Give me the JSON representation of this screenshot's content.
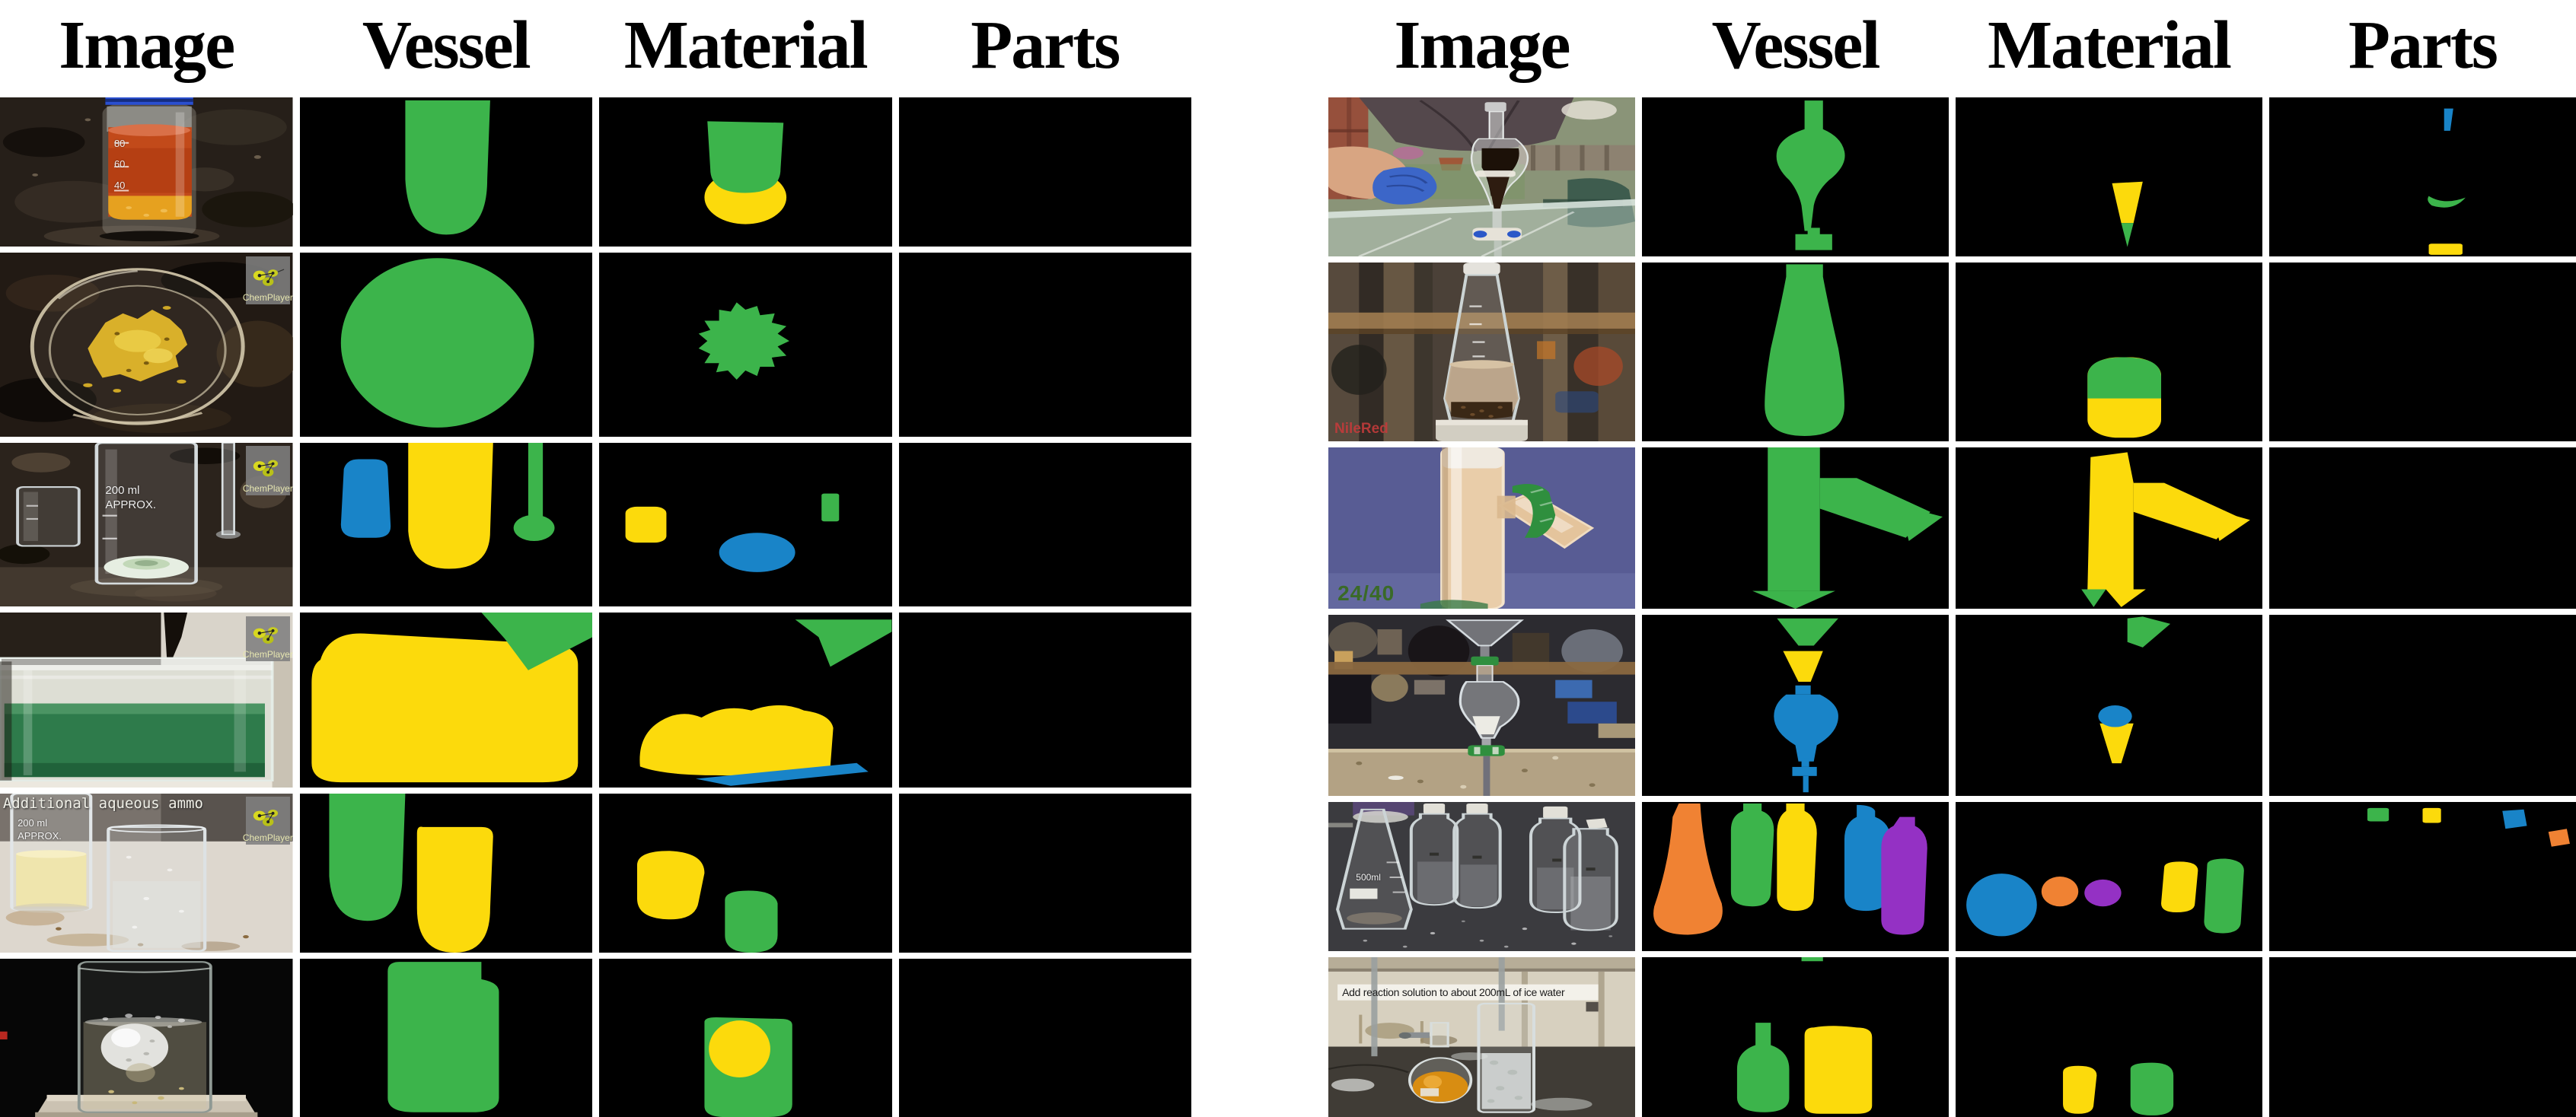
{
  "figure": {
    "left_headers": [
      "Image",
      "Vessel",
      "Material",
      "Parts"
    ],
    "right_headers": [
      "Image",
      "Vessel",
      "Material",
      "Parts"
    ]
  },
  "palette": {
    "g": "#3cb44b",
    "y": "#fcda0c",
    "b": "#1984c8",
    "o": "#f08233",
    "p": "#9431c4",
    "mask_bg": "#000000"
  },
  "brands": {
    "chemplayer": "ChemPlayer",
    "nilered": "NileRed"
  },
  "photo_text": {
    "jar_grads": "80\n60\n40",
    "beaker_200ml": "200 ml\nAPPROX.",
    "ammonia_caption": "Additional aqueous ammo",
    "joint_size": "24/40",
    "flask_500ml": "500ml",
    "ice_water_caption": "Add reaction solution to about 200mL of ice water"
  },
  "rows_left": [
    {
      "id": "jar-orange-liquid",
      "photo": "glass jar of orange liquid with yellow sediment on dark granite",
      "vessel": [
        "green"
      ],
      "material": [
        "green",
        "yellow"
      ],
      "parts": []
    },
    {
      "id": "petri-dish-powder",
      "photo": "petri dish with yellow powder on dark granite",
      "vessel": [
        "green"
      ],
      "material": [
        "green"
      ],
      "parts": []
    },
    {
      "id": "beakers-and-rod",
      "photo": "small beaker, 200 ml beaker with white powder, glass stirring rod",
      "vessel": [
        "blue",
        "yellow",
        "green"
      ],
      "material": [
        "yellow",
        "blue",
        "green"
      ],
      "parts": []
    },
    {
      "id": "glass-dish-green-liquid",
      "photo": "glass dish of green liquid with dark liquid pouring in",
      "vessel": [
        "yellow",
        "green"
      ],
      "material": [
        "green",
        "yellow",
        "blue"
      ],
      "parts": []
    },
    {
      "id": "two-beakers-milky",
      "photo": "beaker of milky pale liquid beside beaker of clear liquid",
      "vessel": [
        "green",
        "yellow"
      ],
      "material": [
        "yellow",
        "green"
      ],
      "parts": []
    },
    {
      "id": "beaker-fizzing-ball",
      "photo": "beaker with dissolving white ball in pale liquid",
      "vessel": [
        "green"
      ],
      "material": [
        "green",
        "yellow"
      ],
      "parts": []
    }
  ],
  "rows_right": [
    {
      "id": "sep-funnel-outdoors",
      "photo": "gloved hand at separatory funnel of dark liquid outdoors",
      "vessel": [
        "green"
      ],
      "material": [
        "yellow",
        "green"
      ],
      "parts": [
        "blue",
        "green",
        "yellow"
      ]
    },
    {
      "id": "flask-brown-liquid",
      "photo": "tall flask of cloudy brown liquid on stir plate",
      "vessel": [
        "green"
      ],
      "material": [
        "green",
        "yellow"
      ],
      "parts": []
    },
    {
      "id": "glass-joint-clip",
      "photo": "glass joint filled with peach solid held by green keck clip",
      "vessel": [
        "green"
      ],
      "material": [
        "yellow",
        "green"
      ],
      "parts": []
    },
    {
      "id": "funnel-into-sep-funnel",
      "photo": "funnel dripping into separatory funnel in workshop",
      "vessel": [
        "green",
        "yellow",
        "blue"
      ],
      "material": [
        "green",
        "blue",
        "yellow"
      ],
      "parts": []
    },
    {
      "id": "five-bottles",
      "photo": "erlenmeyer flask and four capped bottles on dark bench",
      "vessel": [
        "orange",
        "green",
        "yellow",
        "blue",
        "purple"
      ],
      "material": [
        "blue",
        "orange",
        "purple",
        "yellow",
        "green"
      ],
      "parts": [
        "green",
        "yellow",
        "blue",
        "orange"
      ]
    },
    {
      "id": "flask-and-ice-beaker",
      "photo": "flask of orange solution beside beaker of ice water in fume hood",
      "vessel": [
        "green",
        "yellow"
      ],
      "material": [
        "yellow",
        "green"
      ],
      "parts": []
    }
  ]
}
